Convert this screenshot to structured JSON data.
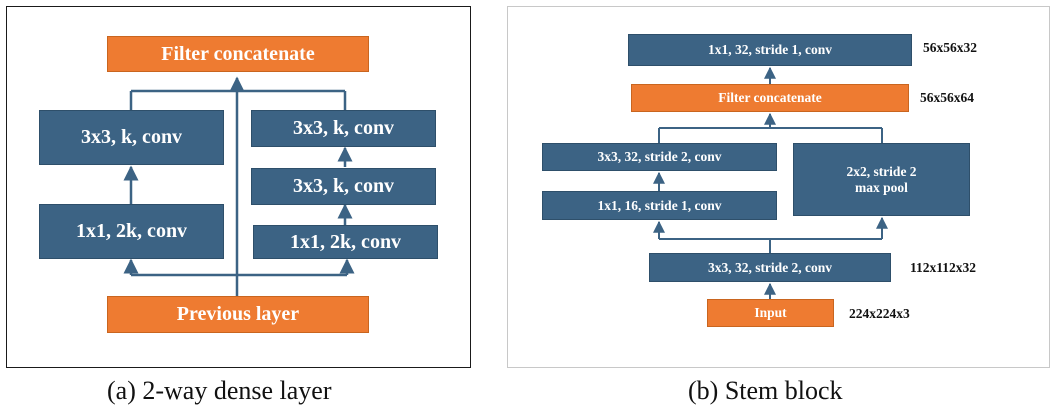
{
  "colors": {
    "conv_box": "#3c6384",
    "concat_box": "#ee7b31",
    "connector": "#3c6384"
  },
  "panel_a": {
    "caption": "(a) 2-way dense layer",
    "filter_concat": "Filter concatenate",
    "left_branch": {
      "top": "3x3, k, conv",
      "bottom": "1x1, 2k, conv"
    },
    "right_branch": {
      "top": "3x3, k, conv",
      "middle": "3x3, k, conv",
      "bottom": "1x1, 2k, conv"
    },
    "previous_layer": "Previous layer"
  },
  "panel_b": {
    "caption": "(b) Stem block",
    "top_conv": "1x1, 32, stride 1, conv",
    "top_conv_dim": "56x56x32",
    "filter_concat": "Filter concatenate",
    "filter_concat_dim": "56x56x64",
    "left_branch": {
      "top": "3x3, 32, stride 2, conv",
      "bottom": "1x1, 16, stride 1, conv"
    },
    "pool_line1": "2x2, stride 2",
    "pool_line2": "max pool",
    "stem_conv": "3x3, 32, stride 2, conv",
    "stem_conv_dim": "112x112x32",
    "input": "Input",
    "input_dim": "224x224x3"
  }
}
